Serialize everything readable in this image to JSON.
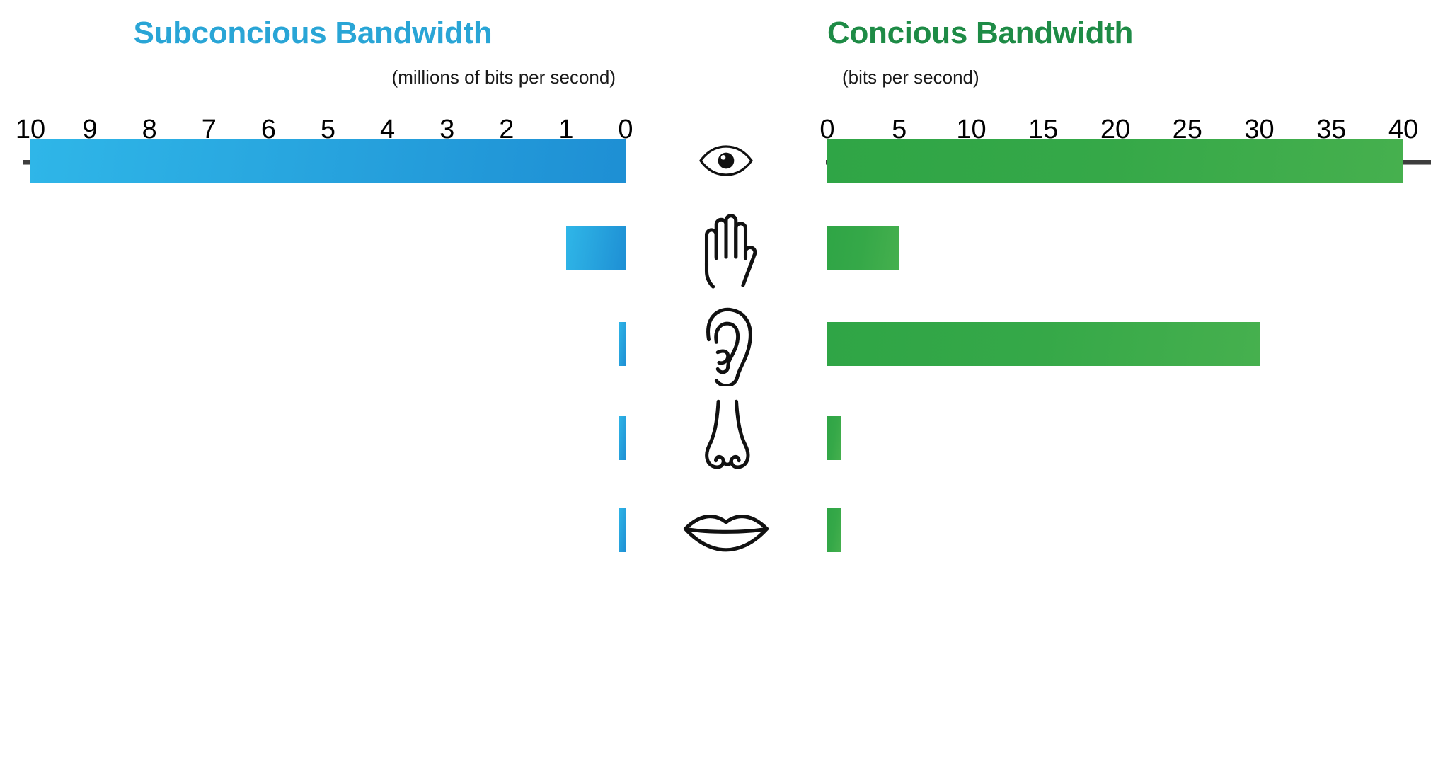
{
  "left_panel": {
    "title": "Subconcious Bandwidth",
    "units": "(millions of bits per second)",
    "color": "#29A5D6",
    "axis_ticks": [
      "10",
      "9",
      "8",
      "7",
      "6",
      "5",
      "4",
      "3",
      "2",
      "1",
      "0"
    ]
  },
  "right_panel": {
    "title": "Concious Bandwidth",
    "units": "(bits per second)",
    "color": "#1E8B46",
    "axis_ticks": [
      "0",
      "5",
      "10",
      "15",
      "20",
      "25",
      "30",
      "35",
      "40"
    ]
  },
  "rows": [
    {
      "sense": "eyes",
      "icon": "eye-icon",
      "subconscious": 10.0,
      "conscious": 40
    },
    {
      "sense": "skin",
      "icon": "hand-icon",
      "subconscious": 1.0,
      "conscious": 5
    },
    {
      "sense": "ears",
      "icon": "ear-icon",
      "subconscious": 0.1,
      "conscious": 30
    },
    {
      "sense": "nose",
      "icon": "nose-icon",
      "subconscious": 0.1,
      "conscious": 1
    },
    {
      "sense": "mouth",
      "icon": "mouth-icon",
      "subconscious": 0.1,
      "conscious": 1
    }
  ],
  "chart_data": {
    "type": "bar",
    "title": "Subconcious Bandwidth vs Concious Bandwidth",
    "orientation": "horizontal",
    "categories": [
      "eyes",
      "hand",
      "ears",
      "nose",
      "mouth"
    ],
    "grid": false,
    "legend": "none",
    "series": [
      {
        "name": "Subconcious Bandwidth",
        "unit": "millions of bits per second",
        "color": "#29A5D6",
        "direction": "right-to-left",
        "xlim": [
          0,
          10
        ],
        "xticks": [
          10,
          9,
          8,
          7,
          6,
          5,
          4,
          3,
          2,
          1,
          0
        ],
        "values": [
          10.0,
          1.0,
          0.1,
          0.1,
          0.1
        ]
      },
      {
        "name": "Concious Bandwidth",
        "unit": "bits per second",
        "color": "#2FA546",
        "direction": "left-to-right",
        "xlim": [
          0,
          40
        ],
        "xticks": [
          0,
          5,
          10,
          15,
          20,
          25,
          30,
          35,
          40
        ],
        "values": [
          40,
          5,
          30,
          1,
          1
        ]
      }
    ]
  }
}
